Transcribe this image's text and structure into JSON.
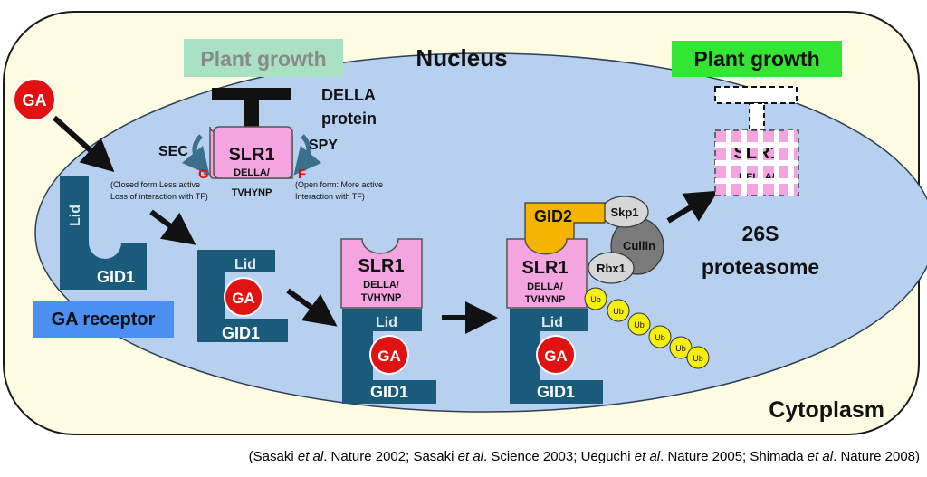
{
  "labels": {
    "nucleus": "Nucleus",
    "cytoplasm": "Cytoplasm",
    "plant_growth_faded": "Plant growth",
    "plant_growth_active": "Plant growth",
    "della_protein_line1": "DELLA",
    "della_protein_line2": "protein",
    "ga": "GA",
    "lid": "Lid",
    "gid1": "GID1",
    "ga_receptor": "GA receptor",
    "slr1": "SLR1",
    "della_domain": "DELLA/",
    "tvhynp": "TVHYNP",
    "sec": "SEC",
    "spy": "SPY",
    "g_mod": "G",
    "f_mod": "F",
    "closed_form_line1": "(Closed form Less active",
    "closed_form_line2": "Loss of interaction with TF)",
    "open_form_line1": "(Open form: More active",
    "open_form_line2": "Interaction with TF)",
    "gid2": "GID2",
    "skp1": "Skp1",
    "cullin": "Cullin",
    "rbx1": "Rbx1",
    "ub": "Ub",
    "proteasome_line1": "26S",
    "proteasome_line2": "proteasome",
    "degraded_slr1": "SLR1",
    "degraded_della": "DELLA/"
  },
  "citation": {
    "prefix": "(Sasaki ",
    "etal": "et al",
    "c1": ". Nature 2002; Sasaki ",
    "c2": ". Science 2003; Ueguchi ",
    "c3": ". Nature 2005; Shimada ",
    "c4": ". Nature 2008)"
  },
  "colors": {
    "cytoplasm": "#fefbe3",
    "nucleus": "#b8d0ef",
    "receptor": "#1a5a7a",
    "ga": "#e01212",
    "slr1": "#f4a4de",
    "gid2": "#f4b400",
    "ub": "#f6ee10",
    "ga_receptor_box": "#4c8ff2",
    "plant_growth_active": "#33e633",
    "plant_growth_faded": "#a8e2c2"
  }
}
